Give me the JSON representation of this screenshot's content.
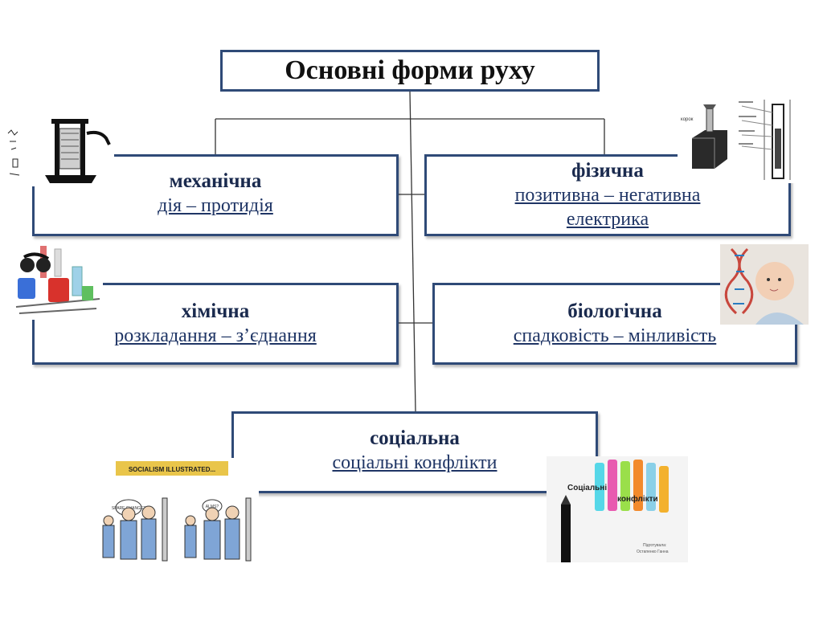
{
  "title": "Основні форми руху",
  "forms": {
    "mechanical": {
      "name": "механічна",
      "mark": "",
      "desc": "дія – протидія"
    },
    "physical": {
      "name": "фізична",
      "mark": "",
      "desc1": "позитивна – негативна",
      "desc2": "електрика"
    },
    "chemical": {
      "name": "хімічна",
      "mark": "",
      "desc": "розкладання – з’єднання"
    },
    "biological": {
      "name": "біологічна",
      "mark": "",
      "desc": "спадковість – мінливість"
    },
    "social": {
      "name": "соціальна",
      "mark": "",
      "desc": "соціальні конфлікти"
    }
  },
  "cartoon": {
    "banner": "SOCIALISM ILLUSTRATED...",
    "bubble1": "SPARE CHANGE?",
    "bubble2": "ALMS?"
  },
  "crayons": {
    "caption1": "Соціальні",
    "caption2": "конфлікти",
    "credit1": "Підготувала:",
    "credit2": "Остапенко Ганна"
  }
}
